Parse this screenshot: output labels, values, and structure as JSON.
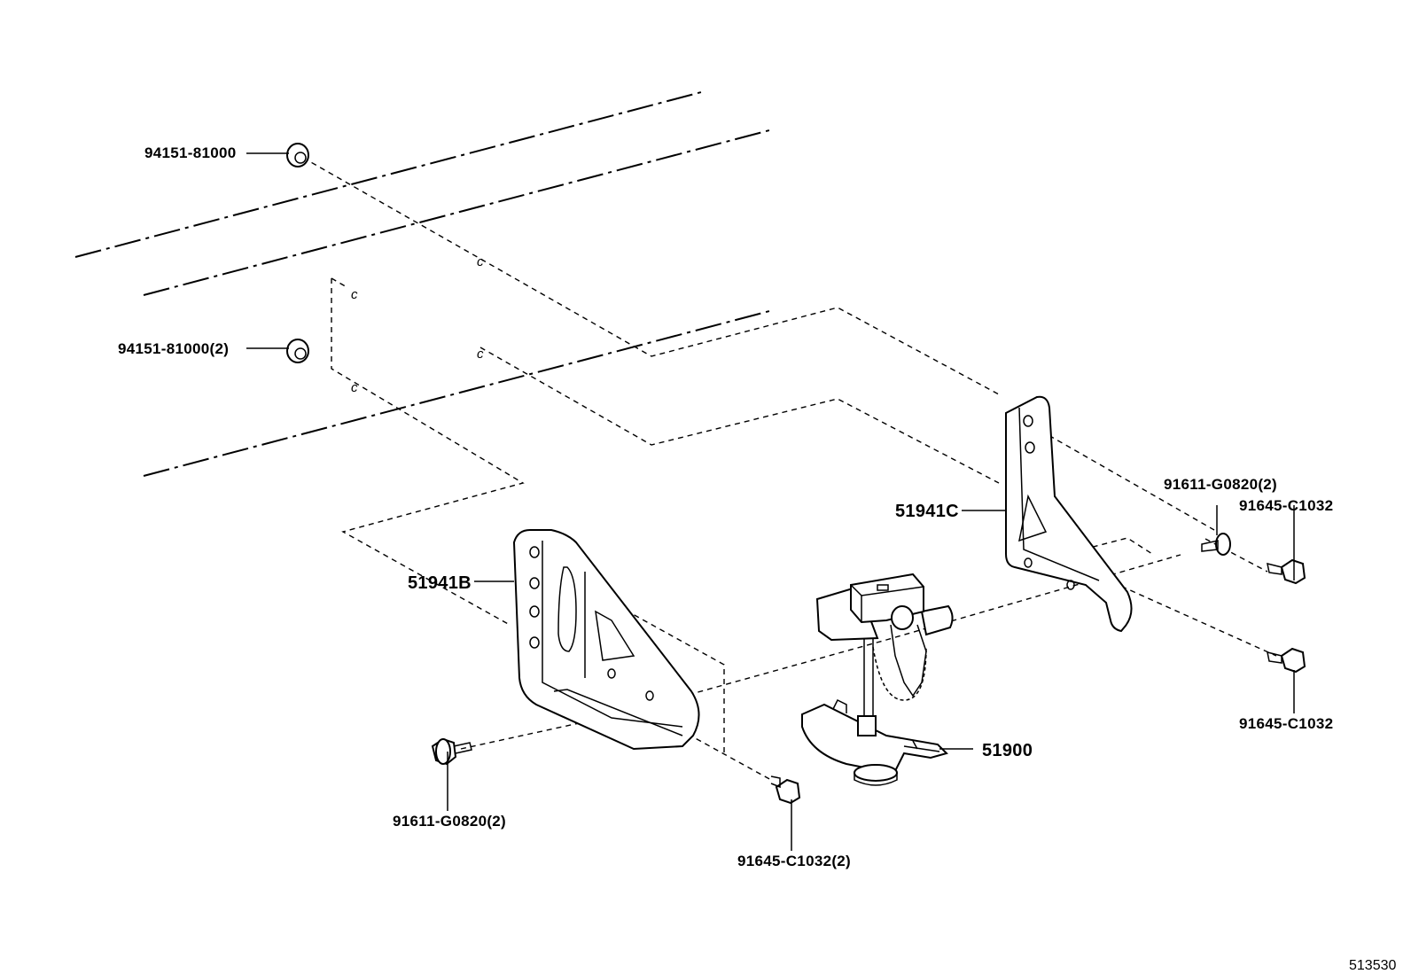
{
  "labels": {
    "nut_top": "94151-81000",
    "nut_mid": "94151-81000(2)",
    "bracket_right": "51941C",
    "bracket_left": "51941B",
    "bolt_right_top": "91611-G0820(2)",
    "bolt_right_top2": "91645-C1032",
    "bolt_right_bottom": "91645-C1032",
    "carrier": "51900",
    "bolt_left_bottom": "91611-G0820(2)",
    "bolt_center_bottom": "91645-C1032(2)"
  },
  "diagram_code": "513530"
}
